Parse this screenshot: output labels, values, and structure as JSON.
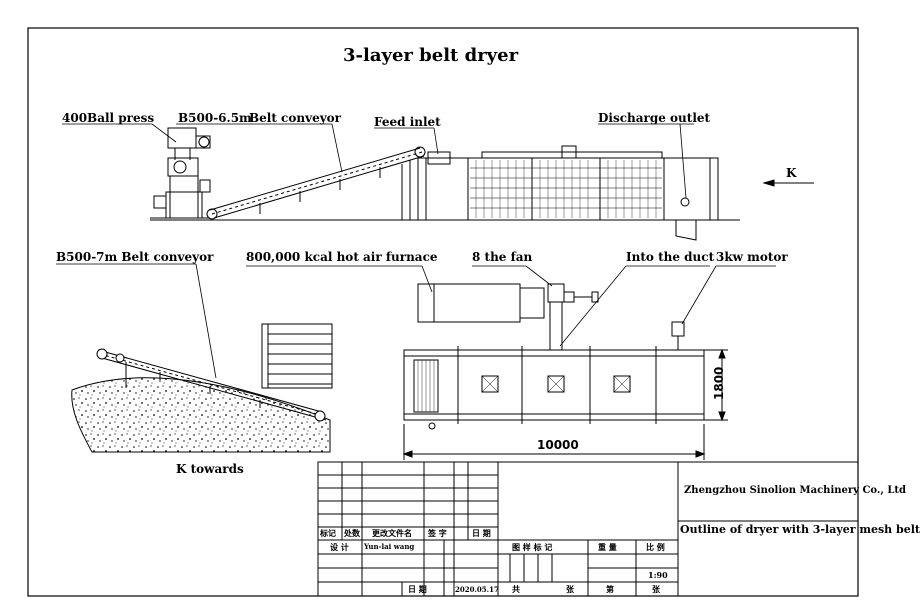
{
  "drawing": {
    "title": "3-layer belt dryer",
    "labels": {
      "ball_press": "400Ball press",
      "conveyor_top_model": "B500-6.5m",
      "conveyor_top_name": "Belt conveyor",
      "feed_inlet": "Feed inlet",
      "discharge_outlet": "Discharge outlet",
      "view_k": "K",
      "conveyor_left": "B500-7m  Belt conveyor",
      "hot_air_furnace": "800,000 kcal hot air furnace",
      "fan": "8 the fan",
      "duct": "Into the duct",
      "motor": "3kw motor",
      "k_towards": "K towards"
    },
    "dimensions": {
      "length": "10000",
      "width": "1800"
    }
  },
  "title_block": {
    "company": "Zhengzhou Sinolion Machinery Co., Ltd",
    "drawing_name": "Outline of dryer with 3-layer mesh belt",
    "revision_headers": [
      "标记",
      "处数",
      "更改文件名",
      "签  字",
      "日 期"
    ],
    "design_label": "设 计",
    "designer": "Yun-lai wang",
    "stage_label": "图 样 标 记",
    "weight_label": "重 量",
    "scale_label": "比 例",
    "scale_value": "1:90",
    "date_label": "日  期",
    "date_value": "2020.05.17",
    "total_label": "共",
    "sheet_unit": "张",
    "sheet_label": "第",
    "sheet_unit2": "张"
  }
}
